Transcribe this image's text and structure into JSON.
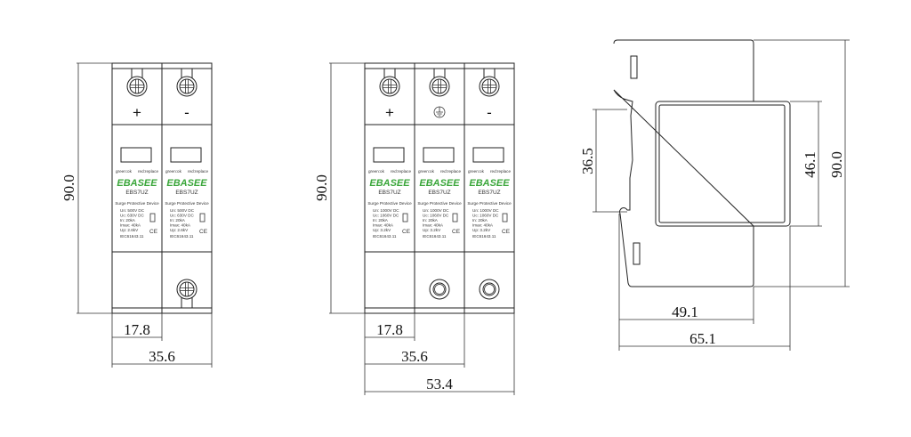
{
  "views": {
    "two_pole": {
      "dimensions": {
        "height": "90.0",
        "pole_width": "17.8",
        "total_width": "35.6"
      },
      "modules": [
        {
          "symbol": "+",
          "bottom_terminal": "none",
          "status": "green:ok",
          "replace": "red:replace",
          "brand": "EBASEE",
          "model": "EBS7UZ",
          "type": "Surge Protective Device",
          "specs": [
            "Un:   500V DC",
            "Uc:   630V DC",
            "In:   20kA",
            "Imax: 40kA",
            "Up:   2.6kV"
          ],
          "standard": "IEC61643.11"
        },
        {
          "symbol": "-",
          "bottom_terminal": "screw",
          "status": "green:ok",
          "replace": "red:replace",
          "brand": "EBASEE",
          "model": "EBS7UZ",
          "type": "Surge Protective Device",
          "specs": [
            "Un:   500V DC",
            "Uc:   630V DC",
            "In:   20kA",
            "Imax: 40kA",
            "Up:   2.6kV"
          ],
          "standard": "IEC61643.11"
        }
      ]
    },
    "three_pole": {
      "dimensions": {
        "height": "90.0",
        "pole_width": "17.8",
        "two_pole_width": "35.6",
        "total_width": "53.4"
      },
      "modules": [
        {
          "symbol": "+",
          "bottom_terminal": "none",
          "status": "green:ok",
          "replace": "red:replace",
          "brand": "EBASEE",
          "model": "EBS7UZ",
          "type": "Surge Protective Device",
          "specs": [
            "Un:   1000V DC",
            "Uc:   1060V DC",
            "In:   20kA",
            "Imax: 40kA",
            "Up:   3.2kV"
          ],
          "standard": "IEC61643.11"
        },
        {
          "symbol": "ground",
          "bottom_terminal": "round",
          "status": "green:ok",
          "replace": "red:replace",
          "brand": "EBASEE",
          "model": "EBS7UZ",
          "type": "Surge Protective Device",
          "specs": [
            "Un:   1000V DC",
            "Uc:   1060V DC",
            "In:   20kA",
            "Imax: 40kA",
            "Up:   3.2kV"
          ],
          "standard": "IEC61643.11"
        },
        {
          "symbol": "-",
          "bottom_terminal": "round",
          "status": "green:ok",
          "replace": "red:replace",
          "brand": "EBASEE",
          "model": "EBS7UZ",
          "type": "Surge Protective Device",
          "specs": [
            "Un:   1000V DC",
            "Uc:   1060V DC",
            "In:   20kA",
            "Imax: 40kA",
            "Up:   3.2kV"
          ],
          "standard": "IEC61643.11"
        }
      ]
    },
    "side": {
      "dimensions": {
        "rail_height": "36.5",
        "front_height": "46.1",
        "height": "90.0",
        "body_depth": "49.1",
        "total_depth": "65.1"
      }
    }
  },
  "colors": {
    "brand": "#3aa63a",
    "line": "#222222"
  }
}
